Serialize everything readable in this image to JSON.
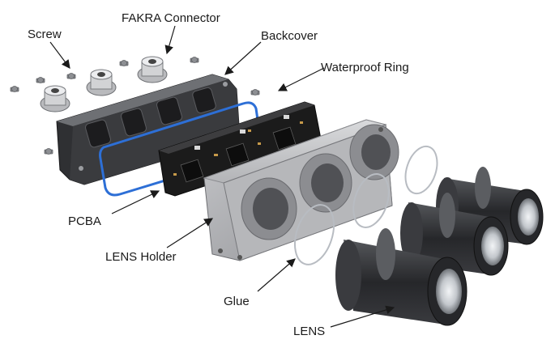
{
  "labels": {
    "screw": "Screw",
    "fakra_connector": "FAKRA Connector",
    "backcover": "Backcover",
    "waterproof_ring": "Waterproof Ring",
    "pcba": "PCBA",
    "lens_holder": "LENS Holder",
    "glue": "Glue",
    "lens": "LENS"
  },
  "colors": {
    "waterproof_ring": "#2d6fd6",
    "backcover": "#3a3a3c",
    "pcb": "#1b1b1b",
    "lens_holder": "#a9aaad",
    "lens_body": "#2b2c2f"
  }
}
